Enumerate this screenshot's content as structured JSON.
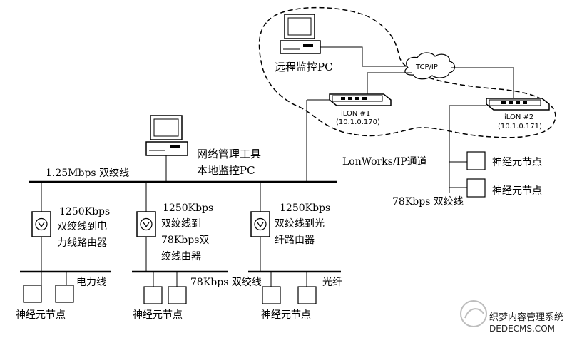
{
  "labels": {
    "remote_pc": "远程监控PC",
    "tcpip": "TCP/IP",
    "ilon1_name": "iLON #1",
    "ilon1_ip": "(10.1.0.170)",
    "ilon2_name": "iLON #2",
    "ilon2_ip": "(10.1.0.171)",
    "lonworks_ip": "LonWorks/IP通道",
    "neuron_node": "神经元节点",
    "bus_78k_right": "78Kbps 双绞线",
    "tool_line1": "网络管理工具",
    "tool_line2": "本地监控PC",
    "main_bus": "1.25Mbps 双绞线",
    "router1_line1": "1250Kbps",
    "router1_line2": "双绞线到电",
    "router1_line3": "力线路由器",
    "router2_line1": "1250Kbps",
    "router2_line2": "双绞线到",
    "router2_line3": "78Kbps双",
    "router2_line4": "绞线由器",
    "router3_line1": "1250Kbps",
    "router3_line2": "双绞线到光",
    "router3_line3": "纤路由器",
    "bus_power": "电力线",
    "bus_78k": "78Kbps 双绞线",
    "bus_fiber": "光纤"
  },
  "watermark": {
    "line1": "织梦内容管理系统",
    "line2": "DEDECMS.COM"
  }
}
